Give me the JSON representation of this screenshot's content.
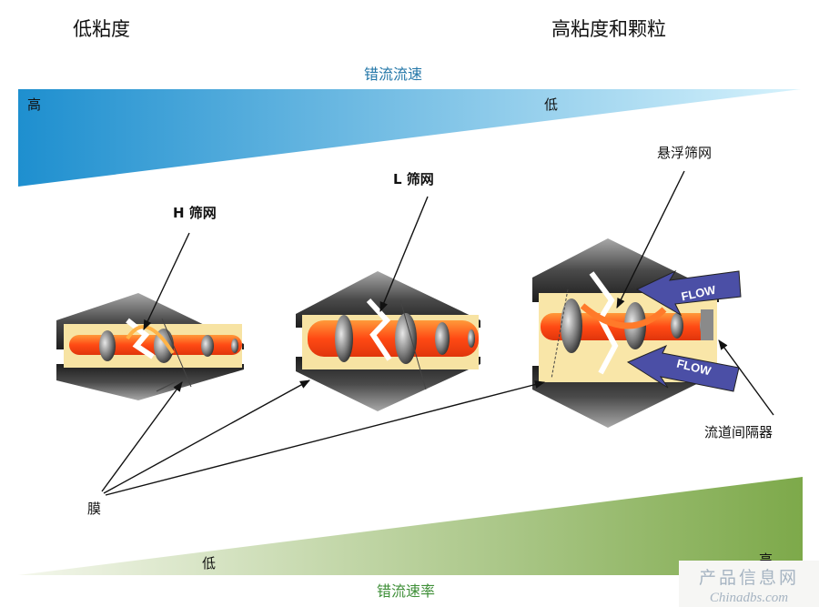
{
  "headings": {
    "low_viscosity": "低粘度",
    "high_viscosity": "高粘度和颗粒"
  },
  "crossflow_speed": {
    "caption": "错流流速",
    "left": "高",
    "right": "低"
  },
  "crossflow_rate": {
    "caption": "错流速率",
    "left": "低",
    "right": "高"
  },
  "screens": {
    "h": "H 筛网",
    "l": "L 筛网",
    "suspended": "悬浮筛网"
  },
  "membrane_label": "膜",
  "spacer_label": "流道间隔器",
  "flow_text": "FLOW",
  "watermark": {
    "cn": "产品信息网",
    "en": "Chinadbs.com"
  },
  "colors": {
    "speed_wedge": [
      "#1e8fcf",
      "#cdeefb"
    ],
    "rate_wedge": [
      "#eef3e3",
      "#82ad50"
    ],
    "channel_core": "#ff5a1e",
    "channel_bg": "#f7e3a3",
    "flow_arrow": "#4b4fa6"
  },
  "icons": [
    "flow-arrow-icon",
    "pointer-arrow-icon"
  ]
}
